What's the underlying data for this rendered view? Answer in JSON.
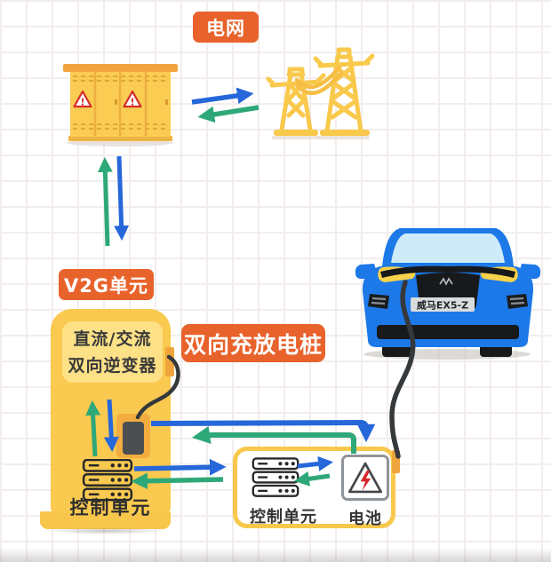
{
  "tags": {
    "power_grid": "电网",
    "v2g_unit": "V2G单元",
    "charging_pile": "双向充放电桩"
  },
  "station": {
    "inverter_line1": "直流/交流",
    "inverter_line2": "双向逆变器",
    "control_unit_label": "控制单元"
  },
  "vehicle": {
    "license_plate": "威马EX5-Z",
    "control_unit_label": "控制单元",
    "battery_label": "电池"
  },
  "icons": {
    "warning_mark": "!",
    "transformer": "transformer-cabinet-icon",
    "towers": "transmission-towers-icon",
    "server": "control-unit-server-icon",
    "battery": "high-voltage-battery-icon",
    "charging_gun": "charging-gun-icon"
  },
  "colors": {
    "tag_orange": "#E8632C",
    "arrow_blue": "#2667D9",
    "arrow_green": "#2EA878",
    "equipment_yellow": "#FAC94F",
    "panel_yellow": "#FCE187",
    "car_blue": "#1D79E8",
    "headlight_yellow": "#F8D24A",
    "bolt_red": "#D8252A"
  }
}
